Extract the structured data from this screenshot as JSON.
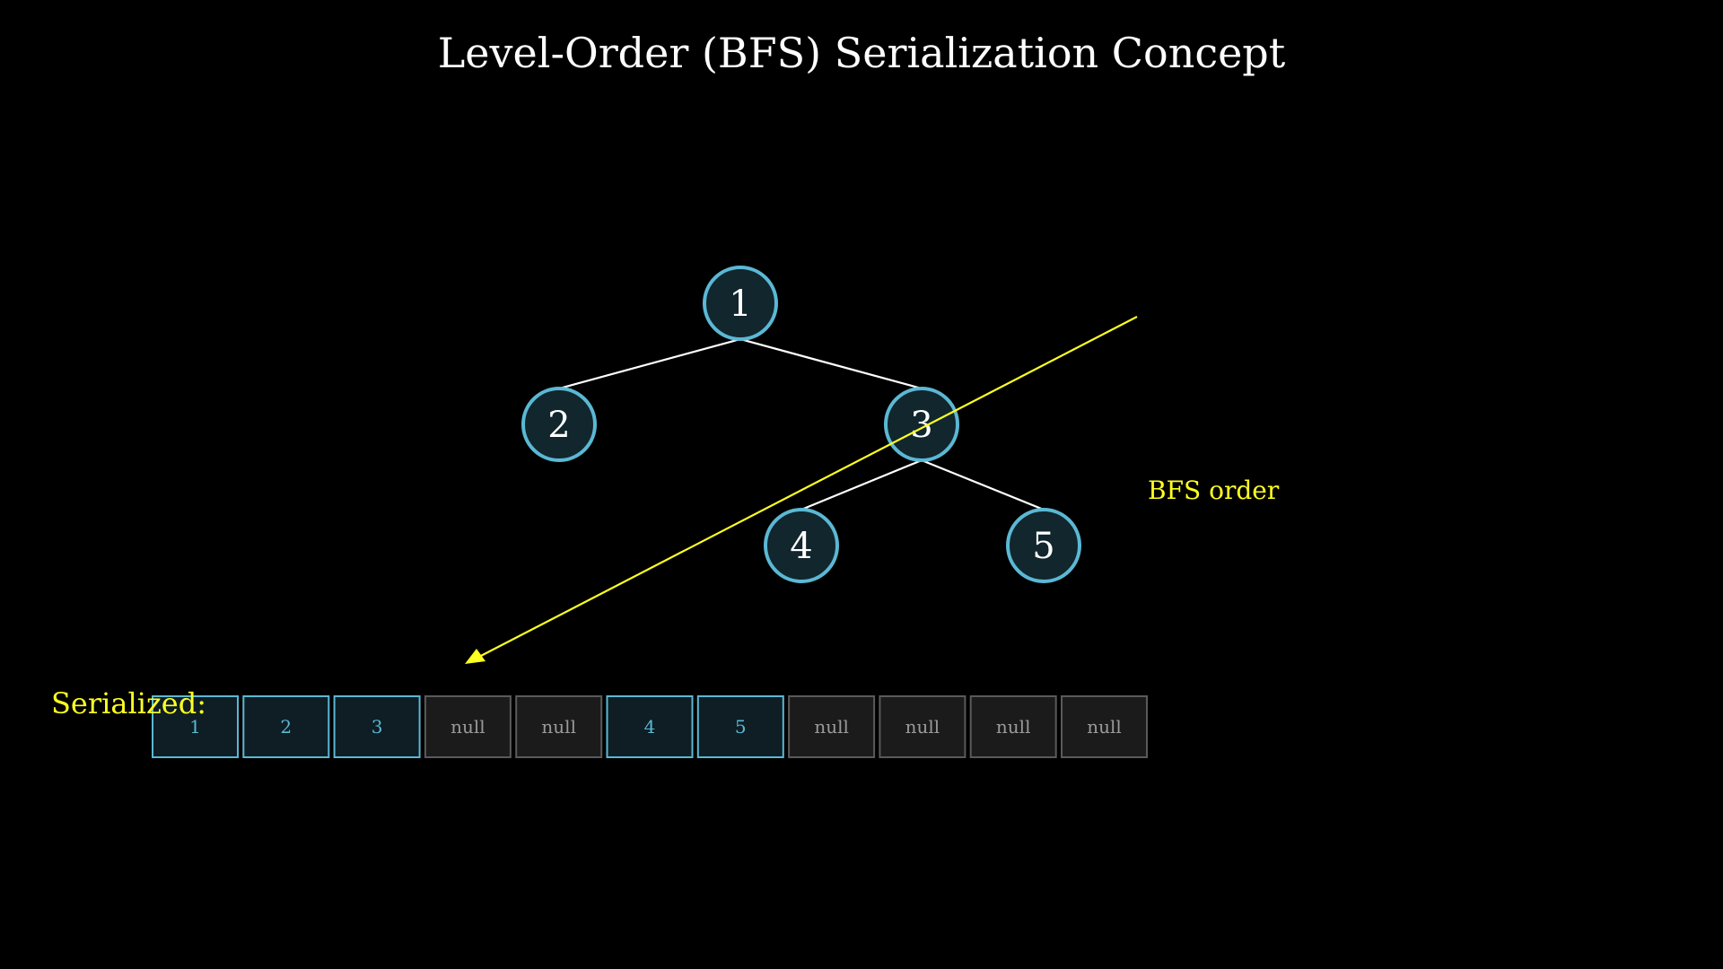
{
  "title": "Level-Order (BFS) Serialization Concept",
  "tree": {
    "nodes": [
      {
        "id": "n1",
        "label": "1"
      },
      {
        "id": "n2",
        "label": "2"
      },
      {
        "id": "n3",
        "label": "3"
      },
      {
        "id": "n4",
        "label": "4"
      },
      {
        "id": "n5",
        "label": "5"
      }
    ],
    "edges": [
      {
        "from": "n1",
        "to": "n2"
      },
      {
        "from": "n1",
        "to": "n3"
      },
      {
        "from": "n3",
        "to": "n4"
      },
      {
        "from": "n3",
        "to": "n5"
      }
    ]
  },
  "arrow_label": "BFS order",
  "serialized_label": "Serialized:",
  "serialized": [
    {
      "value": "1",
      "kind": "value"
    },
    {
      "value": "2",
      "kind": "value"
    },
    {
      "value": "3",
      "kind": "value"
    },
    {
      "value": "null",
      "kind": "null"
    },
    {
      "value": "null",
      "kind": "null"
    },
    {
      "value": "4",
      "kind": "value"
    },
    {
      "value": "5",
      "kind": "value"
    },
    {
      "value": "null",
      "kind": "null"
    },
    {
      "value": "null",
      "kind": "null"
    },
    {
      "value": "null",
      "kind": "null"
    },
    {
      "value": "null",
      "kind": "null"
    }
  ],
  "colors": {
    "background": "#000000",
    "node_fill": "#11262d",
    "node_stroke": "#5bb8d4",
    "edge": "#ffffff",
    "text": "#ffffff",
    "accent": "#ffff22",
    "value_cell_fill": "#0e1e24",
    "value_cell_stroke": "#5bb8d4",
    "value_cell_text": "#5bb8d4",
    "null_cell_fill": "#1b1b1b",
    "null_cell_stroke": "#5a5a5a",
    "null_cell_text": "#9a9a9a"
  }
}
